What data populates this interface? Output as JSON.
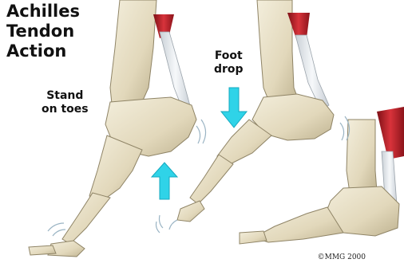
{
  "title": {
    "line1": "Achilles",
    "line2": "Tendon",
    "line3": "Action"
  },
  "labels": {
    "stand_line1": "Stand",
    "stand_line2": "on toes",
    "drop_line1": "Foot",
    "drop_line2": "drop"
  },
  "copyright": "©MMG 2000",
  "colors": {
    "bone": "#e7dfc6",
    "bone_shadow": "#b9ae8c",
    "tendon": "#eef0f2",
    "muscle": "#b8202a",
    "arrow": "#2fd3e8"
  },
  "icons": [
    "arrow-up-icon",
    "arrow-down-icon"
  ]
}
